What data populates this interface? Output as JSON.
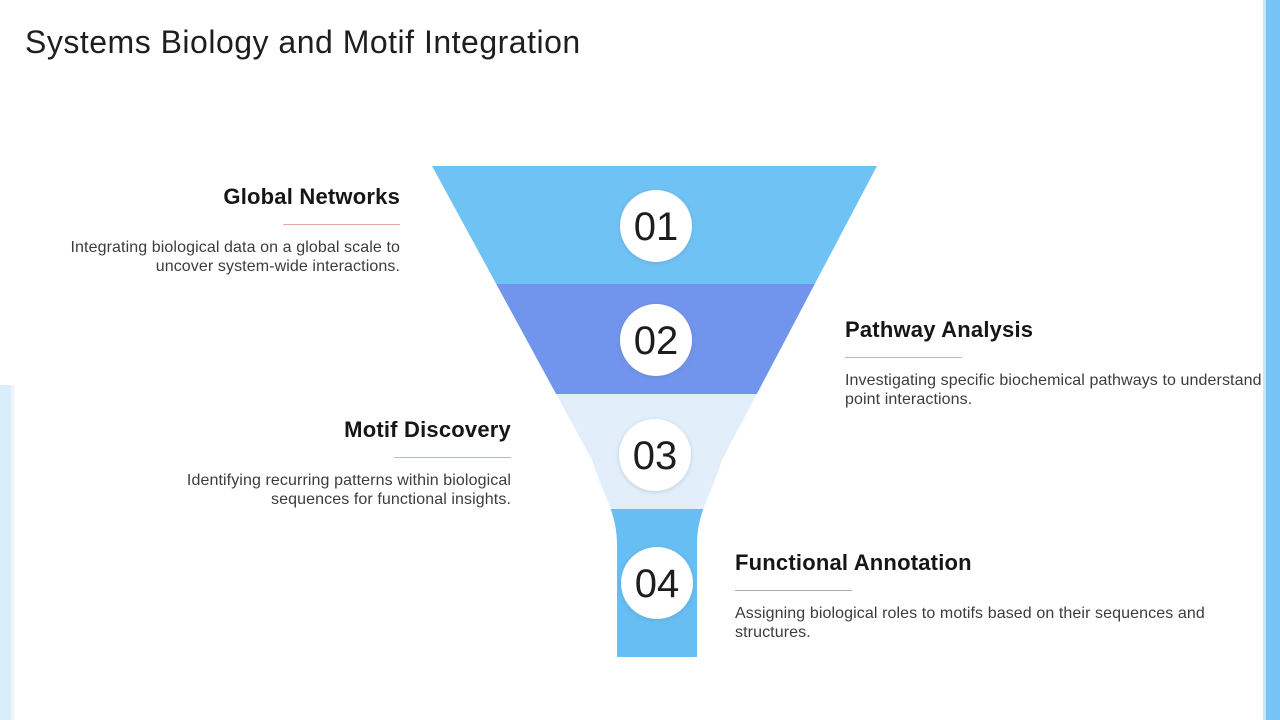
{
  "slide": {
    "title": "Systems Biology and Motif Integration"
  },
  "decor": {
    "right_bar_color": "#74C5F5",
    "right_bar_stripe_color": "#C9E6F9",
    "left_bar_color": "#DAEDFB",
    "left_bar_stripe_color": "#ECF5FC"
  },
  "funnel": {
    "circle_color": "#FFFFFF",
    "number_color": "#1D1D1D",
    "stages": [
      {
        "number": "01",
        "color": "#6FC2F4"
      },
      {
        "number": "02",
        "color": "#7194EC"
      },
      {
        "number": "03",
        "color": "#E2EFFA"
      },
      {
        "number": "04",
        "color": "#67BEF2"
      }
    ]
  },
  "labels": [
    {
      "title": "Global Networks",
      "description": "Integrating biological data on a global scale to uncover system-wide interactions.",
      "underline_color": "#E3A9A9"
    },
    {
      "title": "Pathway Analysis",
      "description": "Investigating specific biochemical pathways to understand point interactions.",
      "underline_color": "#E3A9A9"
    },
    {
      "title": "Motif Discovery",
      "description": "Identifying recurring patterns within biological sequences for functional insights.",
      "underline_color": "#E3A9A9"
    },
    {
      "title": "Functional Annotation",
      "description": "Assigning biological roles to motifs based on their sequences and structures.",
      "underline_color": "#B7A6A6"
    }
  ]
}
